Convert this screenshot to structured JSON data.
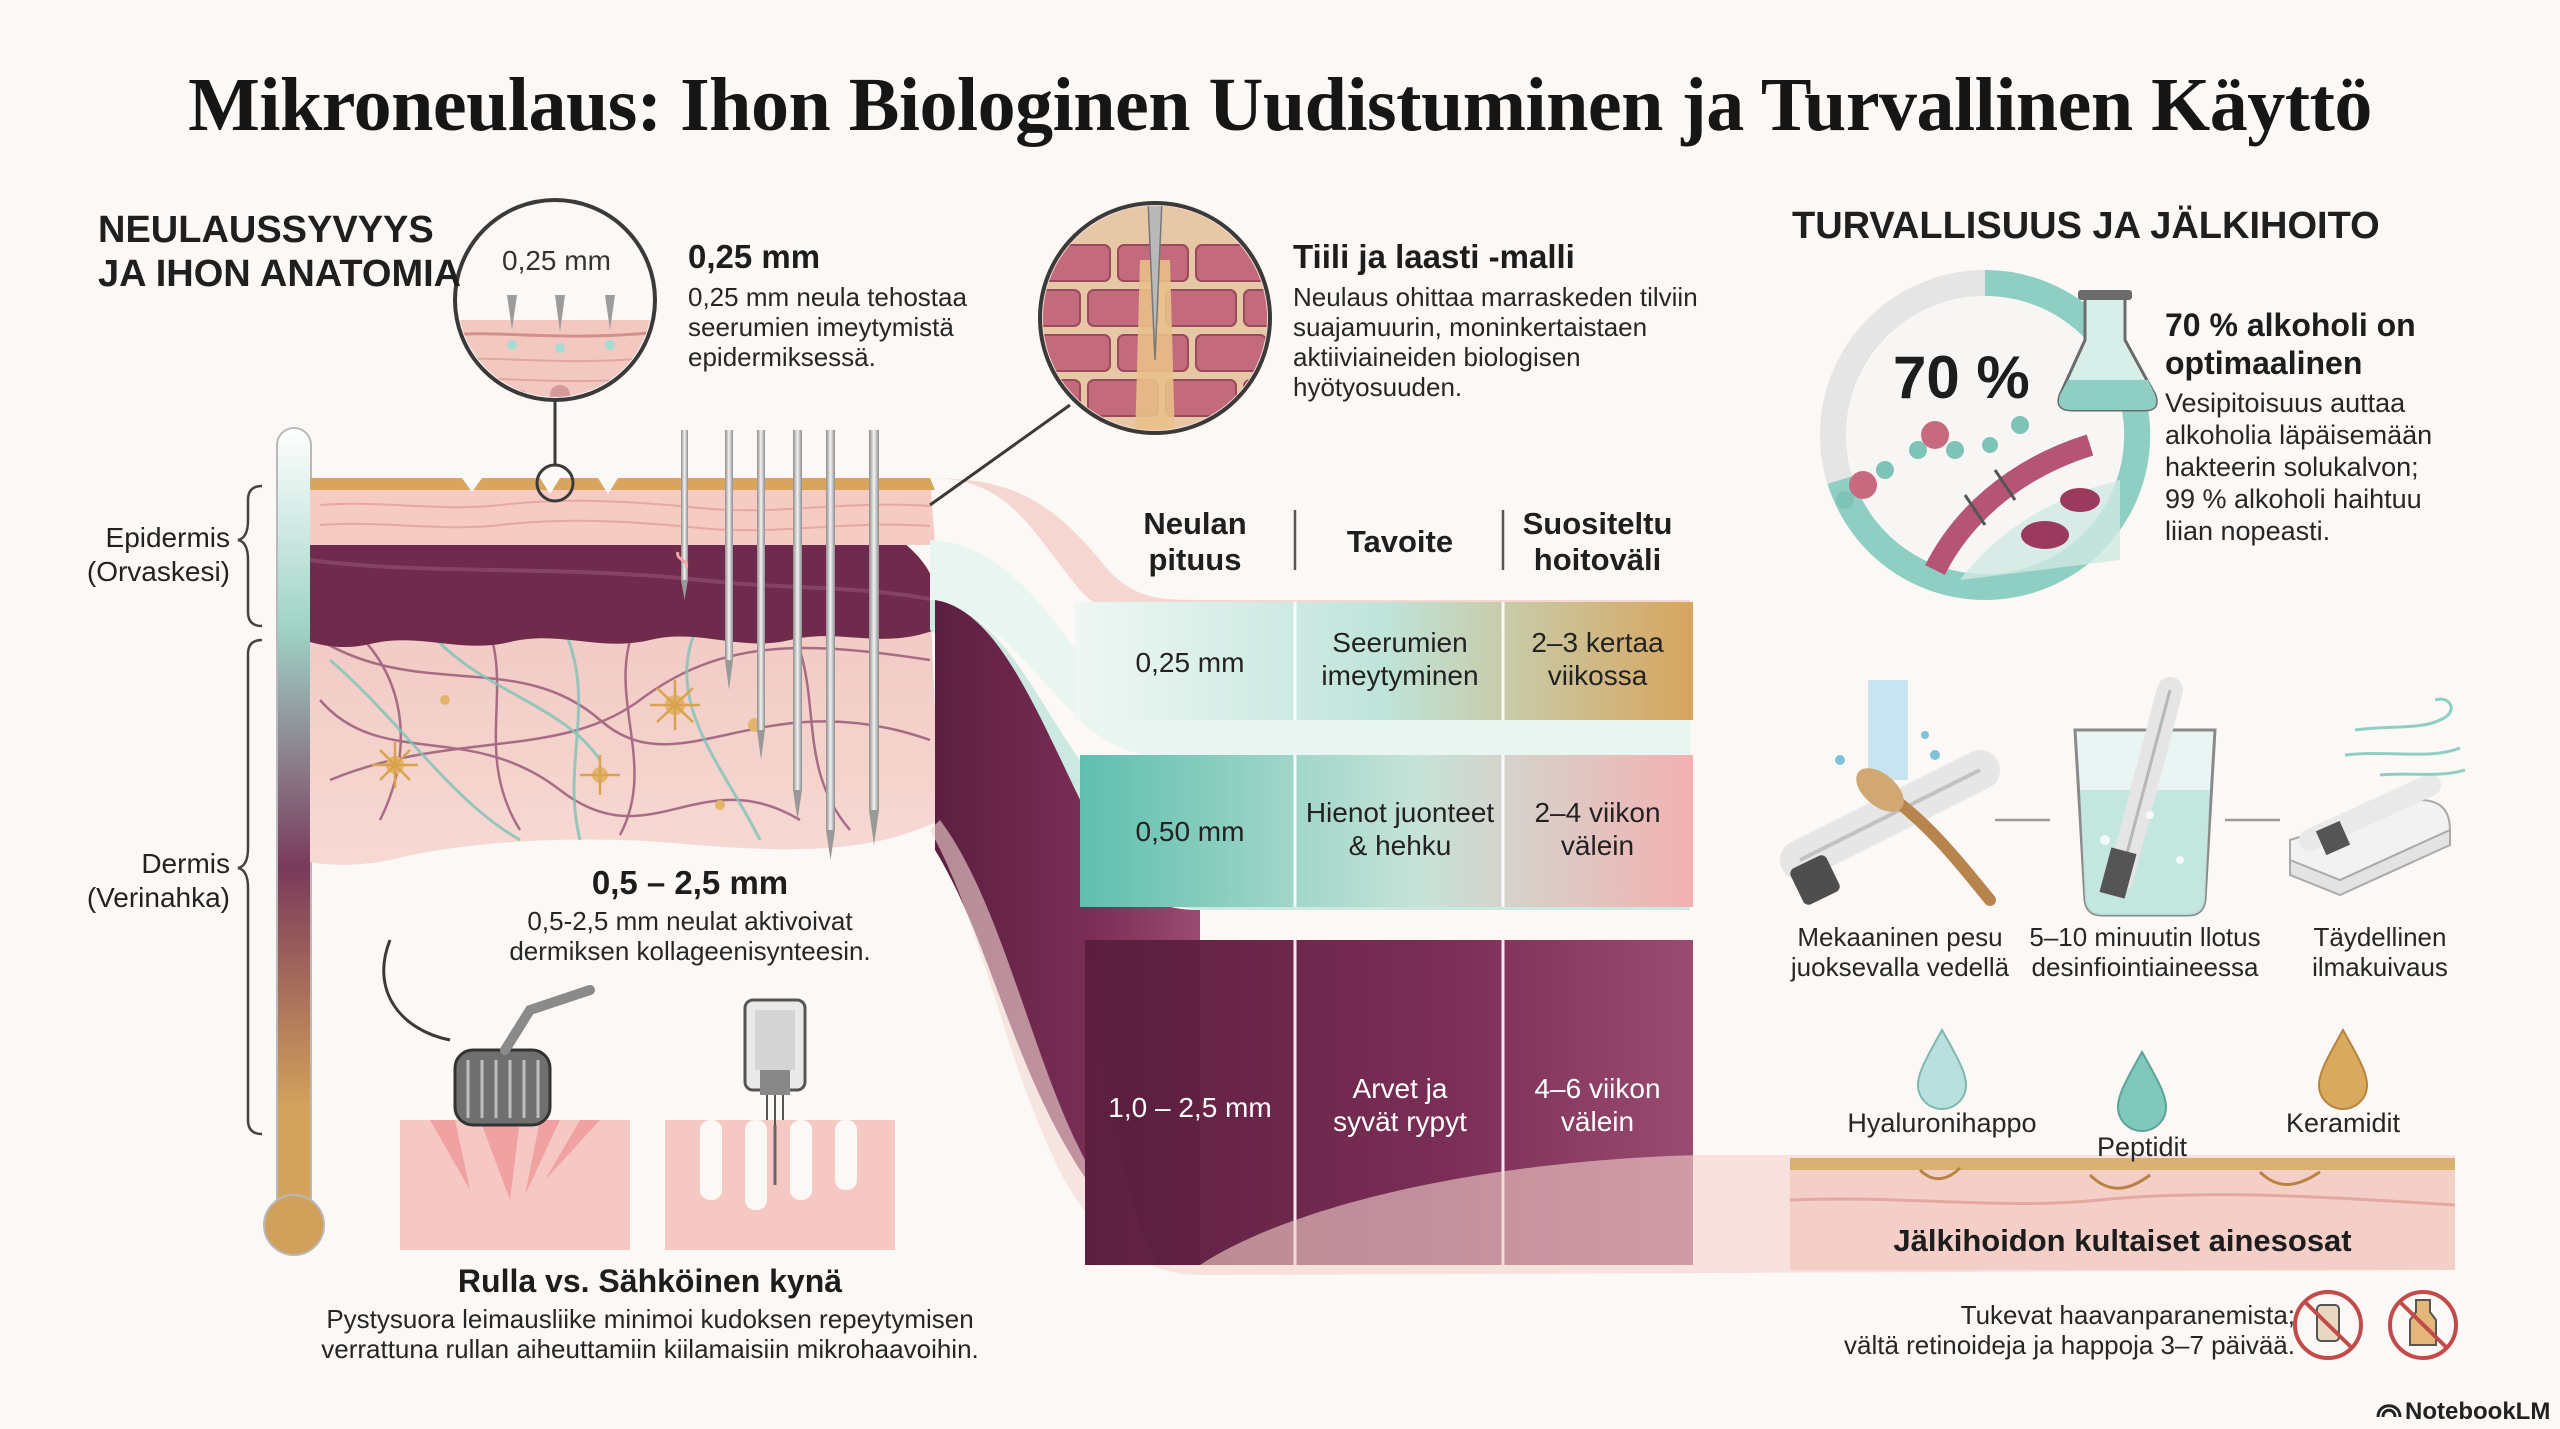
{
  "title": "Mikroneulaus: Ihon Biologinen Uudistuminen ja Turvallinen Käyttö",
  "left": {
    "heading_line1": "NEULAUSSYVYYS",
    "heading_line2": "JA IHON ANATOMIA",
    "magnifier_label": "0,25 mm",
    "depth_025": {
      "title": "0,25 mm",
      "line1": "0,25 mm neula tehostaa",
      "line2": "seerumien imeytymistä",
      "line3": "epidermiksessä."
    },
    "epidermis": {
      "name": "Epidermis",
      "alt": "(Orvaskesi)"
    },
    "dermis": {
      "name": "Dermis",
      "alt": "(Verinahka)"
    },
    "depth_deep": {
      "title": "0,5 – 2,5 mm",
      "line1": "0,5-2,5 mm neulat aktivoivat",
      "line2": "dermiksen kollageenisynteesin."
    },
    "roller_vs_pen": {
      "title": "Rulla vs. Sähköinen kynä",
      "line1": "Pystysuora leimausliike minimoi kudoksen repeytymisen",
      "line2": "verrattuna rullan aiheuttamiin kiilamaisiin mikrohaavoihin."
    }
  },
  "brick": {
    "title": "Tiili ja laasti -malli",
    "line1": "Neulaus ohittaa marraskeden tilviin",
    "line2": "suajamuurin, moninkertaistaen",
    "line3": "aktiiviaineiden biologisen",
    "line4": "hyötyosuuden."
  },
  "table": {
    "headers": [
      {
        "line1": "Neulan",
        "line2": "pituus"
      },
      {
        "line1": "Tavoite",
        "line2": ""
      },
      {
        "line1": "Suositeltu",
        "line2": "hoitoväli"
      }
    ],
    "rows": [
      {
        "length": "0,25 mm",
        "goal1": "Seerumien",
        "goal2": "imeytyminen",
        "int1": "2–3 kertaa",
        "int2": "viikossa"
      },
      {
        "length": "0,50 mm",
        "goal1": "Hienot juonteet",
        "goal2": "& hehku",
        "int1": "2–4 viikon",
        "int2": "välein"
      },
      {
        "length": "1,0 – 2,5 mm",
        "goal1": "Arvet ja",
        "goal2": "syvät rypyt",
        "int1": "4–6 viikon",
        "int2": "välein"
      }
    ]
  },
  "right": {
    "heading": "TURVALLISUUS JA JÄLKIHOITO",
    "percent": "70 %",
    "alcohol": {
      "title1": "70 % alkoholi on",
      "title2": "optimaalinen",
      "line1": "Vesipitoisuus auttaa",
      "line2": "alkoholia läpäisemään",
      "line3": "hakteerin solukalvon;",
      "line4": "99 % alkoholi haihtuu",
      "line5": "liian nopeasti."
    },
    "steps": [
      {
        "line1": "Mekaaninen pesu",
        "line2": "juoksevalla vedellä"
      },
      {
        "line1": "5–10 minuutin llotus",
        "line2": "desinfiointiaineessa"
      },
      {
        "line1": "Täydellinen",
        "line2": "ilmakuivaus"
      }
    ],
    "ingredients": [
      "Hyaluronihappo",
      "Peptidit",
      "Keramidit"
    ],
    "golden": "Jälkihoidon kultaiset ainesosat",
    "note1": "Tukevat haavanparanemista;",
    "note2": "vältä retinoideja ja happoja 3–7 päivää.",
    "brand": "NotebookLM"
  },
  "colors": {
    "teal": "#9ed7cc",
    "gold": "#d4a35c",
    "pink": "#f2b7b7",
    "plum": "#7a2f55",
    "skin": "#f3cfc8"
  }
}
